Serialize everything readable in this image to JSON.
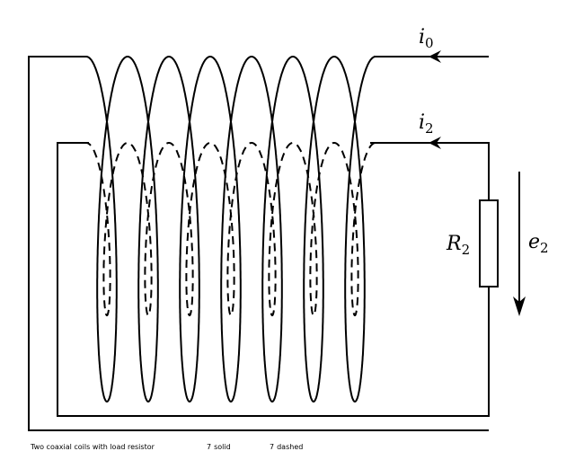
{
  "diagram": {
    "title": "Two coaxial coils with load resistor",
    "labels": {
      "i0": {
        "base": "i",
        "sub": "0"
      },
      "i2": {
        "base": "i",
        "sub": "2"
      },
      "R2": {
        "base": "R",
        "sub": "2"
      },
      "e2": {
        "base": "e",
        "sub": "2"
      }
    },
    "primary_coil": {
      "turns": 7,
      "style": "solid"
    },
    "secondary_coil": {
      "turns": 7,
      "style": "dashed"
    },
    "colors": {
      "line": "#000000",
      "background": "#ffffff"
    }
  }
}
